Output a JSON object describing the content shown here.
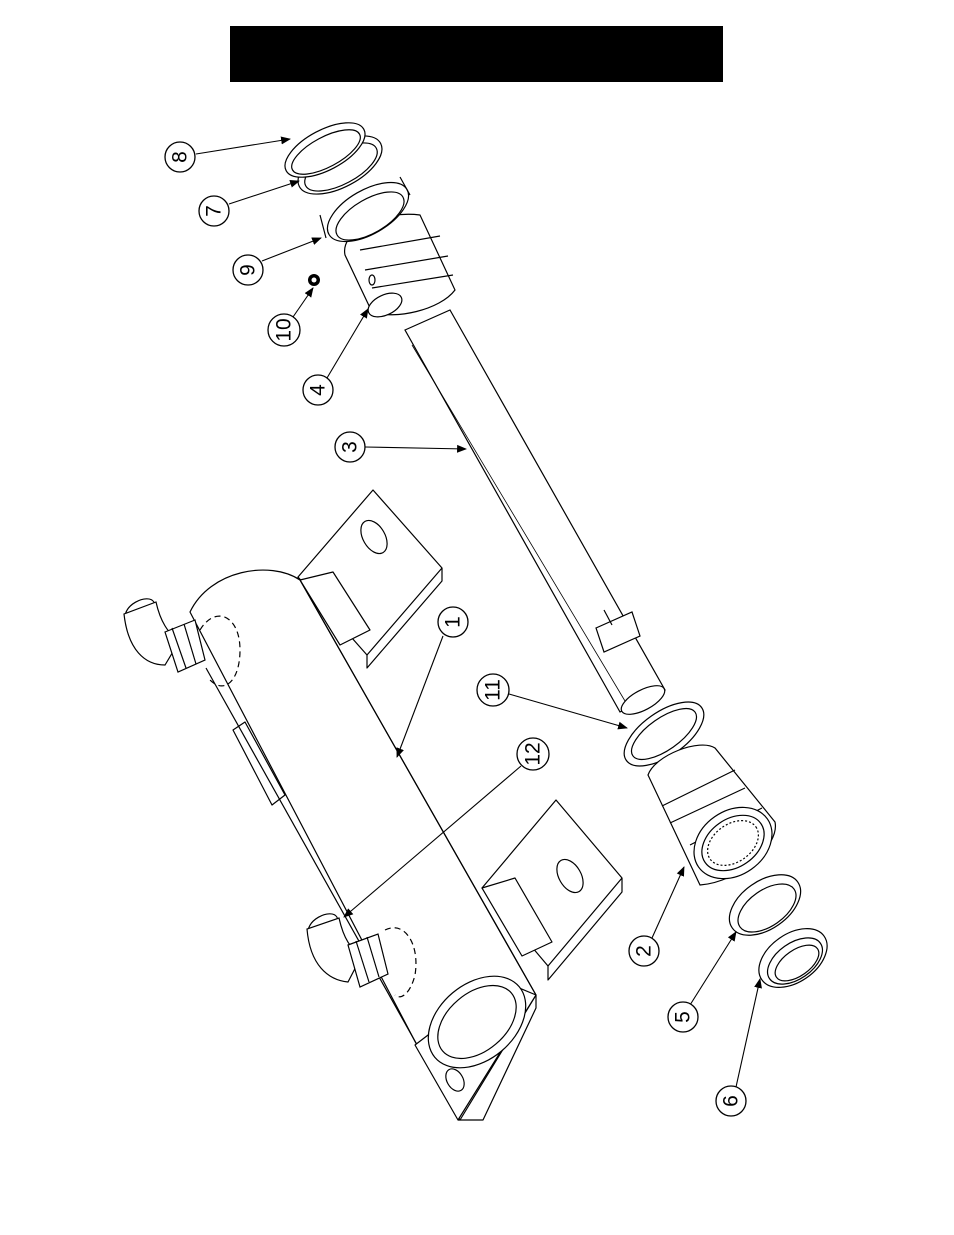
{
  "title": "",
  "colors": {
    "ink": "#000000",
    "paper": "#ffffff",
    "title_bar": "#000000"
  },
  "callouts": [
    {
      "id": "1",
      "label": "1"
    },
    {
      "id": "2",
      "label": "2"
    },
    {
      "id": "3",
      "label": "3"
    },
    {
      "id": "4",
      "label": "4"
    },
    {
      "id": "5",
      "label": "5"
    },
    {
      "id": "6",
      "label": "6"
    },
    {
      "id": "7",
      "label": "7"
    },
    {
      "id": "8",
      "label": "8"
    },
    {
      "id": "9",
      "label": "9"
    },
    {
      "id": "10",
      "label": "10"
    },
    {
      "id": "11",
      "label": "11"
    },
    {
      "id": "12",
      "label": "12"
    }
  ]
}
